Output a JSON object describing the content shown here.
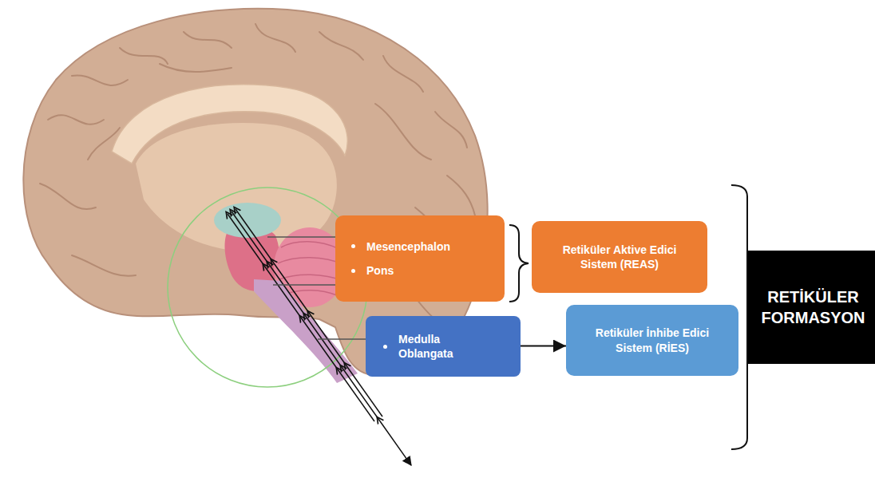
{
  "diagram": {
    "nodes": [
      {
        "text": [
          "Mesencephalon",
          "Pons"
        ]
      },
      {
        "text": [
          "Retiküler Aktive Edici Sistem (REAS)"
        ]
      },
      {
        "text": [
          "Medulla Oblangata"
        ]
      },
      {
        "text": [
          "Retiküler İnhibe Edici Sistem (RİES)"
        ]
      },
      {
        "text": [
          "RETİKÜLER FORMASYON"
        ]
      }
    ],
    "edges": [
      {
        "from": 2,
        "to": 3,
        "arrow": "to"
      }
    ]
  }
}
